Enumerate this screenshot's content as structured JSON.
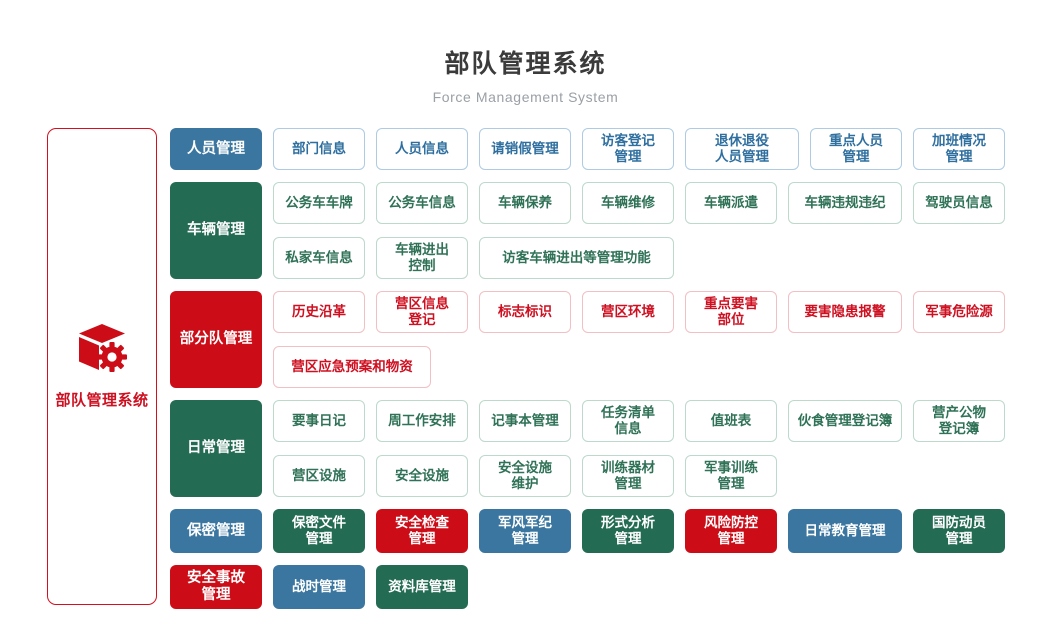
{
  "title": "部队管理系统",
  "subtitle": "Force Management System",
  "root": {
    "label": "部队管理系统",
    "icon": "cube-gear-icon"
  },
  "palette": {
    "blue": "#3A76A0",
    "green": "#246B53",
    "red": "#CC0D17",
    "blue_border": "#AECBE3",
    "green_border": "#BCD9CB",
    "red_border": "#F2BFC4",
    "blue_text": "#2F6F9F",
    "green_text": "#2F7257",
    "red_text": "#CE1021",
    "title_text": "#3B3B3B",
    "subtitle_text": "#9AA0A6",
    "root_border": "#D40F20"
  },
  "rows": [
    {
      "name": "personnel",
      "variant": "outline",
      "header": {
        "label": "人员管理",
        "color": "blue"
      },
      "items": [
        {
          "label": "部门信息"
        },
        {
          "label": "人员信息"
        },
        {
          "label": "请销假管理"
        },
        {
          "label": "访客登记\n管理"
        },
        {
          "label": "退休退役\n人员管理",
          "w": "md"
        },
        {
          "label": "重点人员\n管理"
        },
        {
          "label": "加班情况\n管理"
        }
      ]
    },
    {
      "name": "vehicle",
      "variant": "outline",
      "header": {
        "label": "车辆管理",
        "color": "green"
      },
      "items": [
        {
          "label": "公务车车牌"
        },
        {
          "label": "公务车信息"
        },
        {
          "label": "车辆保养"
        },
        {
          "label": "车辆维修"
        },
        {
          "label": "车辆派遣"
        },
        {
          "label": "车辆违规违纪",
          "w": "md"
        },
        {
          "label": "驾驶员信息"
        },
        {
          "label": "私家车信息"
        },
        {
          "label": "车辆进出\n控制"
        },
        {
          "label": "访客车辆进出等管理功能",
          "w": "xl"
        }
      ]
    },
    {
      "name": "subunit",
      "variant": "outline",
      "header": {
        "label": "部分队管理",
        "color": "red"
      },
      "items": [
        {
          "label": "历史沿革"
        },
        {
          "label": "营区信息\n登记"
        },
        {
          "label": "标志标识"
        },
        {
          "label": "营区环境"
        },
        {
          "label": "重点要害\n部位"
        },
        {
          "label": "要害隐患报警",
          "w": "md"
        },
        {
          "label": "军事危险源"
        },
        {
          "label": "营区应急预案和物资",
          "w": "lg"
        }
      ]
    },
    {
      "name": "daily",
      "variant": "outline",
      "header": {
        "label": "日常管理",
        "color": "green"
      },
      "items": [
        {
          "label": "要事日记"
        },
        {
          "label": "周工作安排"
        },
        {
          "label": "记事本管理"
        },
        {
          "label": "任务清单\n信息"
        },
        {
          "label": "值班表"
        },
        {
          "label": "伙食管理登记簿",
          "w": "md"
        },
        {
          "label": "营产公物\n登记簿"
        },
        {
          "label": "营区设施"
        },
        {
          "label": "安全设施"
        },
        {
          "label": "安全设施\n维护"
        },
        {
          "label": "训练器材\n管理"
        },
        {
          "label": "军事训练\n管理"
        }
      ]
    },
    {
      "name": "secrecy",
      "variant": "solid",
      "header": {
        "label": "保密管理",
        "color": "blue"
      },
      "items": [
        {
          "label": "保密文件\n管理",
          "color": "green"
        },
        {
          "label": "安全检查\n管理",
          "color": "red"
        },
        {
          "label": "军风军纪\n管理",
          "color": "blue"
        },
        {
          "label": "形式分析\n管理",
          "color": "green"
        },
        {
          "label": "风险防控\n管理",
          "color": "red"
        },
        {
          "label": "日常教育管理",
          "color": "blue",
          "w": "md"
        },
        {
          "label": "国防动员\n管理",
          "color": "green"
        }
      ]
    },
    {
      "name": "accident",
      "variant": "solid",
      "header": {
        "label": "安全事故\n管理",
        "color": "red"
      },
      "items": [
        {
          "label": "战时管理",
          "color": "blue"
        },
        {
          "label": "资料库管理",
          "color": "green"
        }
      ]
    }
  ]
}
